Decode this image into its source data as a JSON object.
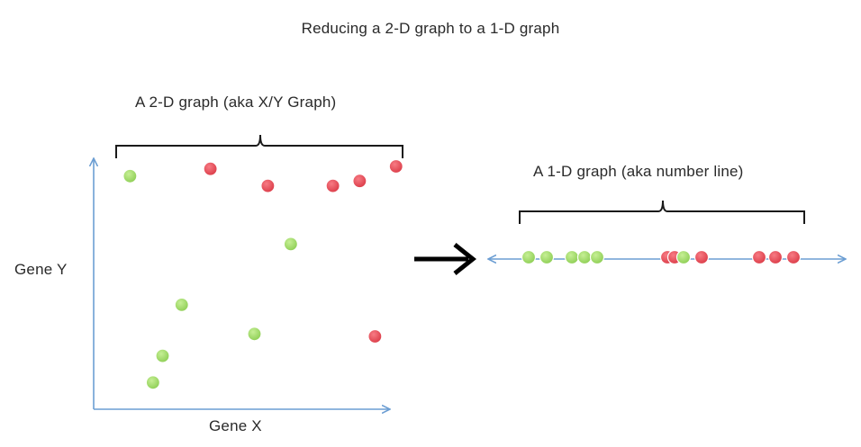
{
  "title": "Reducing a 2-D graph to a 1-D graph",
  "graph_2d": {
    "caption": "A 2-D graph (aka X/Y Graph)",
    "xlabel": "Gene X",
    "ylabel": "Gene Y",
    "points": [
      {
        "x": 0.95,
        "y": 9.6,
        "group": "green"
      },
      {
        "x": 2.3,
        "y": 4.3,
        "group": "green"
      },
      {
        "x": 1.8,
        "y": 2.2,
        "group": "green"
      },
      {
        "x": 1.55,
        "y": 1.1,
        "group": "green"
      },
      {
        "x": 4.2,
        "y": 3.1,
        "group": "green"
      },
      {
        "x": 5.15,
        "y": 6.8,
        "group": "green"
      },
      {
        "x": 3.05,
        "y": 9.9,
        "group": "red"
      },
      {
        "x": 4.55,
        "y": 9.2,
        "group": "red"
      },
      {
        "x": 6.25,
        "y": 9.2,
        "group": "red"
      },
      {
        "x": 6.95,
        "y": 9.4,
        "group": "red"
      },
      {
        "x": 7.9,
        "y": 10.0,
        "group": "red"
      },
      {
        "x": 7.35,
        "y": 3.0,
        "group": "red"
      }
    ]
  },
  "graph_1d": {
    "caption": "A 1-D graph (aka number line)",
    "points": [
      {
        "v": 1.1,
        "group": "green"
      },
      {
        "v": 1.6,
        "group": "green"
      },
      {
        "v": 2.3,
        "group": "green"
      },
      {
        "v": 2.65,
        "group": "green"
      },
      {
        "v": 3.0,
        "group": "green"
      },
      {
        "v": 4.95,
        "group": "red"
      },
      {
        "v": 5.15,
        "group": "red"
      },
      {
        "v": 5.4,
        "group": "green"
      },
      {
        "v": 5.9,
        "group": "red"
      },
      {
        "v": 7.5,
        "group": "red"
      },
      {
        "v": 7.95,
        "group": "red"
      },
      {
        "v": 8.45,
        "group": "red"
      }
    ]
  },
  "colors": {
    "green_fill": "#a6dc6e",
    "green_stroke": "#ffffff",
    "red_fill": "#e8505b",
    "red_stroke": "#ffffff",
    "axis": "#6c9ed3",
    "bracket": "#1a1a1a",
    "arrow": "#000000"
  }
}
